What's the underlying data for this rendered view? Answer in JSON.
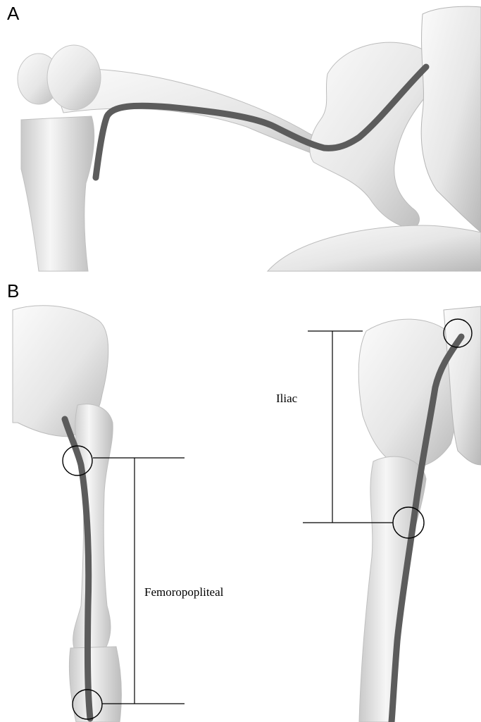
{
  "panels": [
    {
      "letter": "A"
    },
    {
      "letter": "B"
    }
  ],
  "segments": {
    "iliac": "Iliac",
    "femoropopliteal": "Femoropopliteal"
  },
  "colors": {
    "bone_light": "#f2f2f2",
    "bone_mid": "#d6d6d6",
    "bone_shadow": "#a9a9a9",
    "stent_graft": "#5c5c5c",
    "marker_line": "#000000"
  }
}
